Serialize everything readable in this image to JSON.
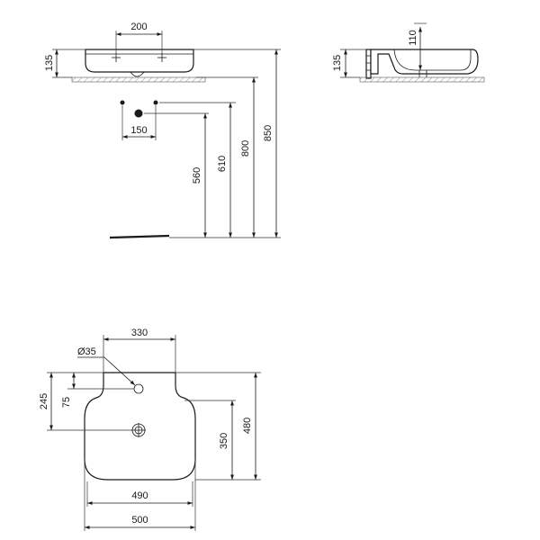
{
  "front_view": {
    "dim_tap_spacing": "200",
    "dim_basin_height": "135",
    "dim_waste_spacing": "150",
    "dim_waste_height": "560",
    "dim_supply_height": "610",
    "dim_rim_height": "800",
    "dim_top_height": "850"
  },
  "side_view": {
    "dim_bowl_depth": "110",
    "dim_basin_height": "135"
  },
  "plan_view": {
    "dim_tap_offset": "330",
    "dim_tap_hole_diameter": "Ø35",
    "dim_tap_depth": "245",
    "dim_waste_offset": "75",
    "dim_bowl_depth": "350",
    "dim_total_depth": "480",
    "dim_bowl_width": "490",
    "dim_total_width": "500"
  }
}
